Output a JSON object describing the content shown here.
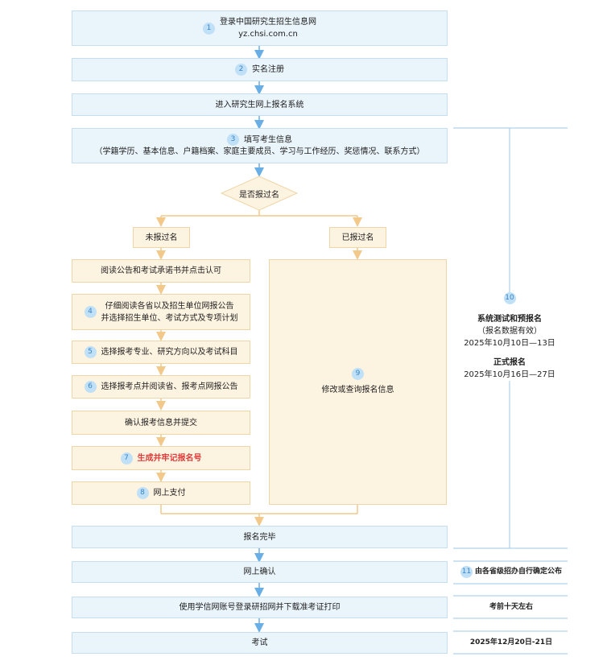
{
  "steps": {
    "s1": {
      "num": "1",
      "line1": "登录中国研究生招生信息网",
      "line2": "yz.chsi.com.cn"
    },
    "s2": {
      "num": "2",
      "label": "实名注册"
    },
    "s_enter": {
      "label": "进入研究生网上报名系统"
    },
    "s3": {
      "num": "3",
      "line1": "填写考生信息",
      "line2": "（学籍学历、基本信息、户籍档案、家庭主要成员、学习与工作经历、奖惩情况、联系方式）"
    },
    "decision": {
      "label": "是否报过名"
    },
    "not_applied": {
      "label": "未报过名"
    },
    "applied": {
      "label": "已报过名"
    },
    "read_notice": {
      "label": "阅读公告和考试承诺书并点击认可"
    },
    "s4": {
      "num": "4",
      "line1": "仔细阅读各省以及招生单位网报公告",
      "line2": "并选择招生单位、考试方式及专项计划"
    },
    "s5": {
      "num": "5",
      "label": "选择报考专业、研究方向以及考试科目"
    },
    "s6": {
      "num": "6",
      "label": "选择报考点并阅读省、报考点网报公告"
    },
    "confirm_submit": {
      "label": "确认报考信息并提交"
    },
    "s7": {
      "num": "7",
      "label": "生成并牢记报名号"
    },
    "s8": {
      "num": "8",
      "label": "网上支付"
    },
    "s9": {
      "num": "9",
      "label": "修改或查询报名信息"
    },
    "done": {
      "label": "报名完毕"
    },
    "online_confirm": {
      "label": "网上确认"
    },
    "print_ticket": {
      "label": "使用学信网账号登录研招网并下载准考证打印"
    },
    "exam": {
      "label": "考试"
    }
  },
  "side": {
    "num10": "10",
    "test_title": "系统测试和预报名",
    "test_note": "（报名数据有效）",
    "test_dates": "2025年10月10日—13日",
    "formal_title": "正式报名",
    "formal_dates": "2025年10月16日—27日",
    "num11": "11",
    "confirm_note": "由各省级招办自行确定公布",
    "print_note": "考前十天左右",
    "exam_dates": "2025年12月20日-21日"
  },
  "colors": {
    "blue_arrow": "#6aaee6",
    "tan_arrow": "#f2c98a",
    "line": "#7fb9e6"
  }
}
